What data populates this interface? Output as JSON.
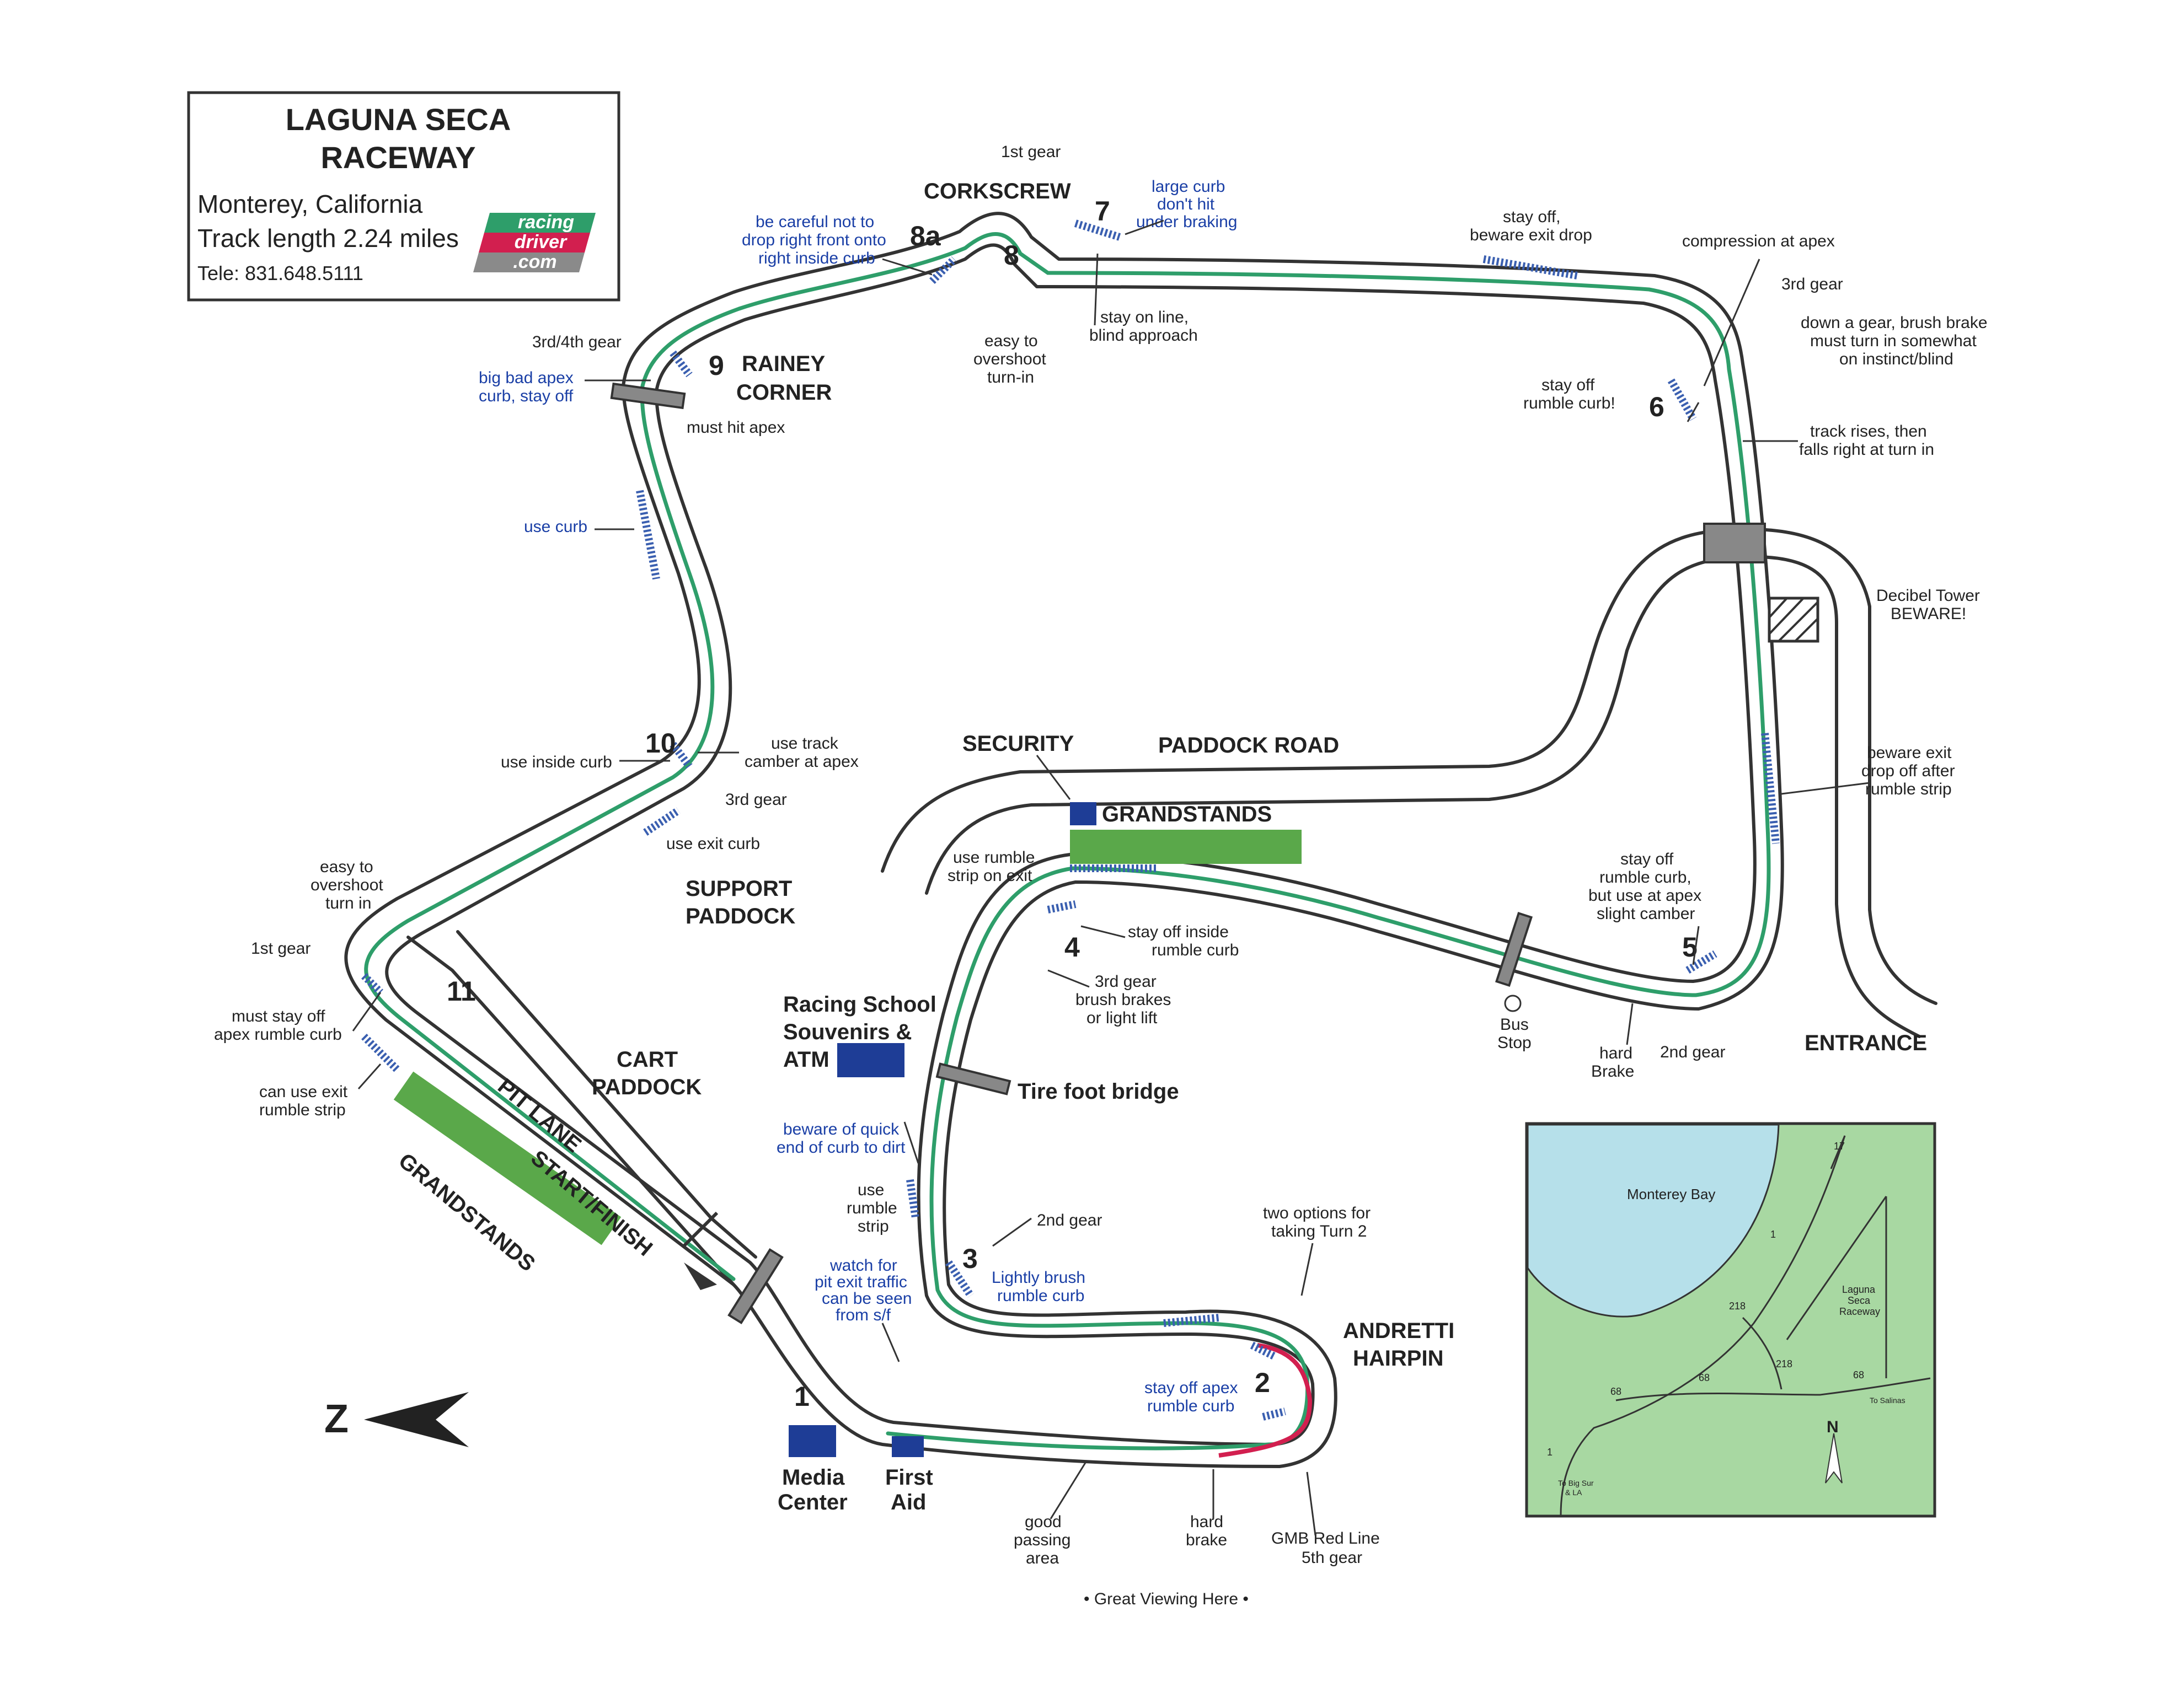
{
  "title_box": {
    "title_line1": "LAGUNA SECA",
    "title_line2": "RACEWAY",
    "location": "Monterey,  California",
    "track_length": "Track length 2.24 miles",
    "phone": "Tele: 831.648.5111",
    "logo_line1": "racing",
    "logo_line2": "driver",
    "logo_line3": ".com"
  },
  "turns": {
    "t1": "1",
    "t2": "2",
    "t3": "3",
    "t4": "4",
    "t5": "5",
    "t6": "6",
    "t7": "7",
    "t8": "8",
    "t8a": "8a",
    "t9": "9",
    "t10": "10",
    "t11": "11"
  },
  "areas": {
    "corkscrew": "CORKSCREW",
    "rainey_1": "RAINEY",
    "rainey_2": "CORNER",
    "security": "SECURITY",
    "paddock_road": "PADDOCK ROAD",
    "grandstands_top": "GRANDSTANDS",
    "support_1": "SUPPORT",
    "support_2": "PADDOCK",
    "cart_1": "CART",
    "cart_2": "PADDOCK",
    "school_1": "Racing School",
    "school_2": "Souvenirs &",
    "school_3": "ATM",
    "tire_bridge": "Tire foot bridge",
    "entrance": "ENTRANCE",
    "andretti_1": "ANDRETTI",
    "andretti_2": "HAIRPIN",
    "media_1": "Media",
    "media_2": "Center",
    "first_aid_1": "First",
    "first_aid_2": "Aid",
    "pit_lane": "PIT LANE",
    "start_finish": "START/FINISH",
    "grandstands_bottom": "GRANDSTANDS",
    "great_viewing": "• Great Viewing Here •",
    "compass": "Z"
  },
  "notes": {
    "gear1_top": "1st gear",
    "be_careful_1": "be careful not to",
    "be_careful_2": "drop right front onto",
    "be_careful_3": "right inside curb",
    "large_curb_1": "large curb",
    "large_curb_2": "don't hit",
    "large_curb_3": "under braking",
    "stay_off_drop_1": "stay off,",
    "stay_off_drop_2": "beware exit drop",
    "compression": "compression at apex",
    "gear3_t6": "3rd gear",
    "down_gear_1": "down a gear, brush brake",
    "down_gear_2": "must turn in somewhat",
    "down_gear_3": "on instinct/blind",
    "stay_off_t6_1": "stay off",
    "stay_off_t6_2": "rumble curb!",
    "track_rises_1": "track rises, then",
    "track_rises_2": "falls right at turn in",
    "stay_on_line_1": "stay on line,",
    "stay_on_line_2": "blind approach",
    "easy_overshoot_1": "easy to",
    "easy_overshoot_2": "overshoot",
    "easy_overshoot_3": "turn-in",
    "gear34": "3rd/4th gear",
    "big_bad_1": "big bad apex",
    "big_bad_2": "curb, stay off",
    "must_hit_apex": "must hit apex",
    "use_curb": "use curb",
    "decibel_1": "Decibel Tower",
    "decibel_2": "BEWARE!",
    "use_inside_curb": "use inside curb",
    "use_track_1": "use track",
    "use_track_2": "camber at apex",
    "gear3_t10": "3rd gear",
    "use_exit_curb": "use exit curb",
    "beware_exit_1": "beware exit",
    "beware_exit_2": "drop off after",
    "beware_exit_3": "rumble strip",
    "use_rumble_1": "use rumble",
    "use_rumble_2": "strip on exit",
    "stay_off_t5_1": "stay off",
    "stay_off_t5_2": "rumble curb,",
    "stay_off_t5_3": "but use at apex",
    "stay_off_t5_4": "slight camber",
    "easy_t11_1": "easy to",
    "easy_t11_2": "overshoot",
    "easy_t11_3": "turn in",
    "gear1_t11": "1st gear",
    "stay_inside_1": "stay off inside",
    "stay_inside_2": "rumble curb",
    "gear3_t4_1": "3rd gear",
    "gear3_t4_2": "brush brakes",
    "gear3_t4_3": "or light lift",
    "must_stay_1": "must stay off",
    "must_stay_2": "apex rumble curb",
    "can_use_1": "can use exit",
    "can_use_2": "rumble strip",
    "bus_1": "Bus",
    "bus_2": "Stop",
    "hard_brake_t5_1": "hard",
    "hard_brake_t5_2": "Brake",
    "gear2_t5": "2nd gear",
    "beware_quick_1": "beware of quick",
    "beware_quick_2": "end of curb to dirt",
    "use_rumble_t3_1": "use",
    "use_rumble_t3_2": "rumble",
    "use_rumble_t3_3": "strip",
    "gear2_t3": "2nd gear",
    "two_options_1": "two options for",
    "two_options_2": "taking Turn 2",
    "watch_pit_1": "watch for",
    "watch_pit_2": "pit exit traffic",
    "watch_pit_3": "can be seen",
    "watch_pit_4": "from s/f",
    "lightly_1": "Lightly brush",
    "lightly_2": "rumble curb",
    "stay_apex_1": "stay off apex",
    "stay_apex_2": "rumble curb",
    "good_passing_1": "good",
    "good_passing_2": "passing",
    "good_passing_3": "area",
    "hard_brake_t2_1": "hard",
    "hard_brake_t2_2": "brake",
    "gmb_redline": "GMB Red Line",
    "gear5": "5th gear"
  },
  "inset_map": {
    "bay": "Monterey Bay",
    "laguna_1": "Laguna",
    "laguna_2": "Seca",
    "laguna_3": "Raceway",
    "north": "N",
    "to_big_sur_1": "To Big Sur",
    "to_big_sur_2": "& LA",
    "to_salinas": "To Salinas",
    "hwy_17": "17",
    "hwy_1a": "1",
    "hwy_1b": "1",
    "hwy_218": "218",
    "hwy_218b": "218",
    "hwy_68a": "68",
    "hwy_68b": "68",
    "hwy_68c": "68"
  },
  "colors": {
    "track": "#333333",
    "racing_line": "#2e9e6a",
    "red_line": "#d21f4f",
    "grandstand": "#5aa84a",
    "facility": "#1e3d96",
    "note_blue": "#1a3fa6",
    "inset_land": "#a8d8a2",
    "inset_water": "#b6e0ea"
  }
}
